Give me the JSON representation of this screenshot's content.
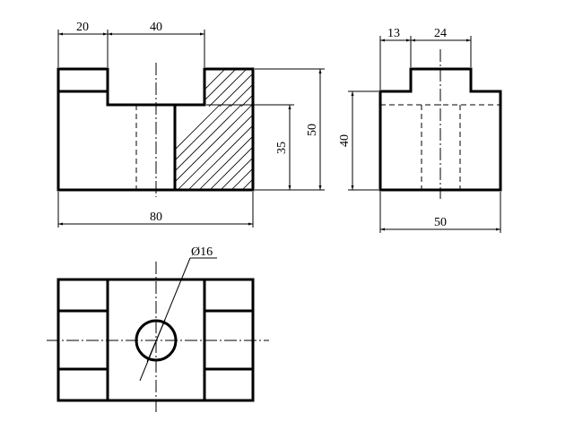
{
  "drawing": {
    "front_view": {
      "dim_notch_offset": "20",
      "dim_notch_width": "40",
      "dim_total_width": "80",
      "dim_inner_height": "35",
      "dim_total_height": "50"
    },
    "side_view": {
      "dim_boss_offset": "13",
      "dim_boss_width": "24",
      "dim_body_height": "40",
      "dim_total_width": "50"
    },
    "top_view": {
      "dim_hole_diameter": "Ø16"
    }
  }
}
